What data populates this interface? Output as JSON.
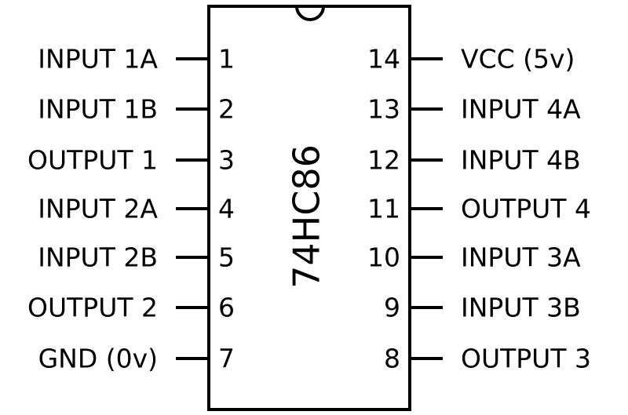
{
  "chip": {
    "part_number": "74HC86",
    "left_pins": [
      {
        "number": "1",
        "label": "INPUT 1A"
      },
      {
        "number": "2",
        "label": "INPUT 1B"
      },
      {
        "number": "3",
        "label": "OUTPUT 1"
      },
      {
        "number": "4",
        "label": "INPUT 2A"
      },
      {
        "number": "5",
        "label": "INPUT 2B"
      },
      {
        "number": "6",
        "label": "OUTPUT 2"
      },
      {
        "number": "7",
        "label": "GND (0v)"
      }
    ],
    "right_pins": [
      {
        "number": "14",
        "label": "VCC (5v)"
      },
      {
        "number": "13",
        "label": "INPUT 4A"
      },
      {
        "number": "12",
        "label": "INPUT 4B"
      },
      {
        "number": "11",
        "label": "OUTPUT 4"
      },
      {
        "number": "10",
        "label": "INPUT 3A"
      },
      {
        "number": "9",
        "label": "INPUT 3B"
      },
      {
        "number": "8",
        "label": "OUTPUT 3"
      }
    ]
  }
}
